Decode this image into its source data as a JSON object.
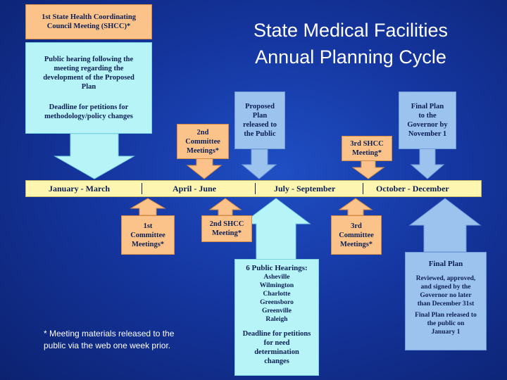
{
  "title": {
    "line1": "State Medical Facilities",
    "line2": "Annual Planning Cycle"
  },
  "timeline": {
    "q1": "January - March",
    "q2": "April - June",
    "q3": "July - September",
    "q4": "October -  December"
  },
  "boxes": {
    "first_shcc": {
      "line1": "1st State Health Coordinating",
      "line2": "Council Meeting (SHCC)*"
    },
    "public_hearing": {
      "line1": "Public hearing following the",
      "line2": "meeting regarding the",
      "line3": "development of the Proposed",
      "line4": "Plan"
    },
    "deadline_petitions": {
      "line1": "Deadline for petitions for",
      "line2": "methodology/policy changes"
    },
    "second_committee": {
      "line1": "2nd",
      "line2": "Committee",
      "line3": "Meetings*"
    },
    "proposed_plan": {
      "line1": "Proposed",
      "line2": "Plan",
      "line3": "released to",
      "line4": "the Public"
    },
    "third_shcc": {
      "line1": "3rd SHCC",
      "line2": "Meeting*"
    },
    "final_plan_gov": {
      "line1": "Final Plan",
      "line2": "to the",
      "line3": "Governor by",
      "line4": "November 1"
    },
    "first_committee": {
      "line1": "1st",
      "line2": "Committee",
      "line3": "Meetings*"
    },
    "second_shcc": {
      "line1": "2nd SHCC",
      "line2": "Meeting*"
    },
    "third_committee": {
      "line1": "3rd",
      "line2": "Committee",
      "line3": "Meetings*"
    },
    "hearings": {
      "heading": "6 Public Hearings:",
      "cities": [
        "Asheville",
        "Wilmington",
        "Charlotte",
        "Greensboro",
        "Greenville",
        "Raleigh"
      ],
      "deadline1": "Deadline for petitions",
      "deadline2": "for need",
      "deadline3": "determination",
      "deadline4": "changes"
    },
    "final_plan": {
      "heading": "Final Plan",
      "r1": "Reviewed, approved,",
      "r2": "and signed by the",
      "r3": "Governor no later",
      "r4": "than December 31st",
      "p1": "Final Plan released to",
      "p2": "the public on",
      "p3": "January 1"
    }
  },
  "footnote": "* Meeting materials released to the public via the web one week prior.",
  "colors": {
    "orange": "#fbc38a",
    "blue": "#9cc2ee",
    "cyan": "#b6f4f8",
    "timeline": "#fdf6b0",
    "background": "#1536a0"
  }
}
